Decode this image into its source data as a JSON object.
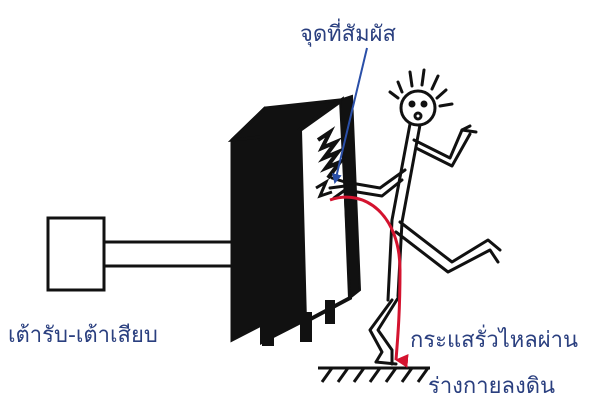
{
  "labels": {
    "contact_point": "จุดที่สัมผัส",
    "outlet_plug": "เต้ารับ-เต้าเสียบ",
    "current_leak_line1": "กระแสรั่วไหลผ่าน",
    "current_leak_line2": "ร่างกายลงดิน"
  },
  "colors": {
    "label_text": "#2a3f7f",
    "pointer_arrow": "#2a4fa8",
    "current_path": "#d4132f",
    "ink": "#111111"
  },
  "icons": {
    "person": "shocked-stick-figure-icon",
    "appliance": "electrical-cabinet-icon",
    "plug": "plug-connector-icon",
    "ground": "ground-hatch-icon"
  }
}
